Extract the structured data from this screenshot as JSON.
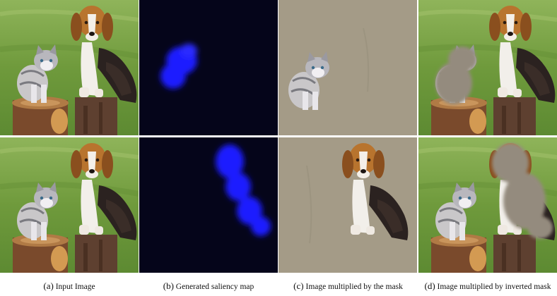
{
  "figure": {
    "captions": [
      {
        "label": "(a)",
        "text": "Input Image"
      },
      {
        "label": "(b)",
        "text": "Generated saliency map"
      },
      {
        "label": "(c)",
        "text": "Image multiplied by the mask"
      },
      {
        "label": "(d)",
        "text": "Image multiplied by inverted mask"
      }
    ],
    "rows": [
      {
        "mask_target": "kitten"
      },
      {
        "mask_target": "beagle"
      }
    ],
    "colors": {
      "grass": "#6f9a3c",
      "stump": "#7a4a2c",
      "saliency_background": "#05051a",
      "saliency_blob": "#1a1aff",
      "masked_background": "#a49b87",
      "inverted_fill": "#948b7e"
    }
  }
}
